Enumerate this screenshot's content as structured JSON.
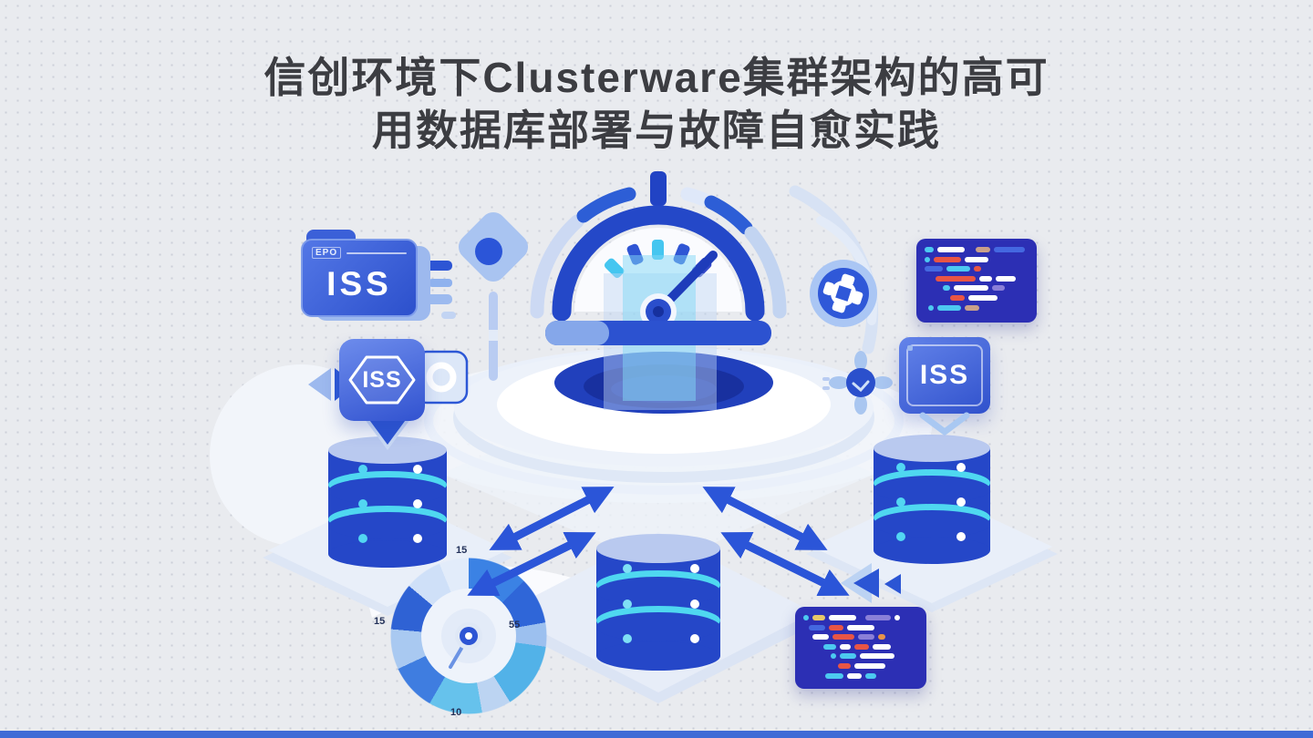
{
  "title": {
    "line1": "信创环境下Clusterware集群架构的高可",
    "line2": "用数据库部署与故障自愈实践"
  },
  "badges": {
    "folder_tab": "EPO",
    "folder_label": "ISS",
    "hex_label": "ISS",
    "panel_label": "ISS"
  },
  "donut": {
    "ticks": {
      "top": "15",
      "right": "55",
      "bottom": "10",
      "left": "15"
    },
    "segments": [
      {
        "color": "#3b82e4",
        "deg": 45
      },
      {
        "color": "#2f66d8",
        "deg": 35
      },
      {
        "color": "#9cc0ef",
        "deg": 18
      },
      {
        "color": "#52b2e8",
        "deg": 50
      },
      {
        "color": "#bcd4f2",
        "deg": 22
      },
      {
        "color": "#66c2ec",
        "deg": 40
      },
      {
        "color": "#3f7de0",
        "deg": 35
      },
      {
        "color": "#a9c9f1",
        "deg": 30
      },
      {
        "color": "#2f62d4",
        "deg": 35
      },
      {
        "color": "#cfe0f8",
        "deg": 28
      },
      {
        "color": "#e2ecfa",
        "deg": 22
      }
    ]
  },
  "colors": {
    "background": "#e9ebef",
    "title_text": "#3c3d42",
    "primary_blue": "#2c52d0",
    "dark_blue": "#2140bc",
    "cyan": "#4fd8f0",
    "light_blue": "#b9c9ef",
    "code_card": "#2c2fb4",
    "accent_red": "#e85545",
    "bottom_bar": "#3f6bd6"
  },
  "icons": {
    "gauge": "speedometer-gauge-icon",
    "folder": "iss-folder-icon",
    "pin": "diamond-pin-icon",
    "gear": "gear-sync-icon",
    "emblem": "compass-emblem-icon",
    "database": "database-stack-icon",
    "donut": "donut-chart",
    "rewind": "rewind-icon",
    "split_arrows": "split-arrows-icon",
    "status_ring": "status-ring-icon",
    "code_card": "code-snippet-card"
  }
}
